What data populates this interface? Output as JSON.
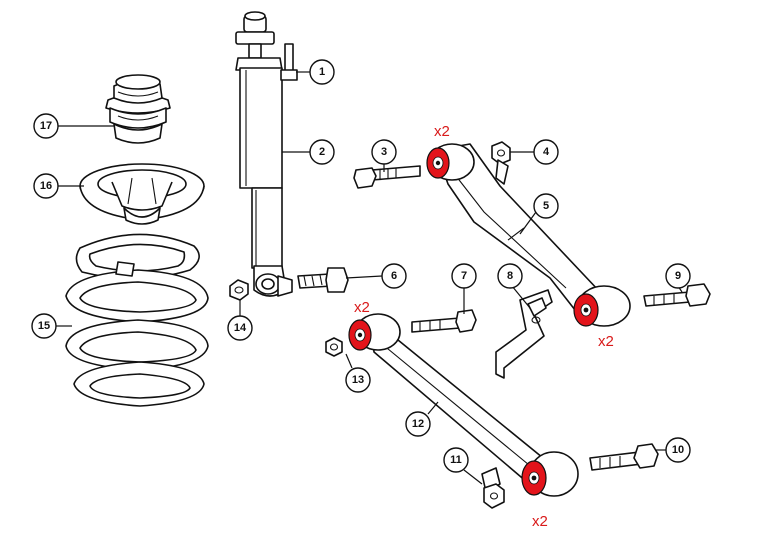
{
  "colors": {
    "line": "#111111",
    "background": "#ffffff",
    "bushing_highlight": "#e3141b",
    "quantity_text": "#d91a1a"
  },
  "callouts": [
    "1",
    "2",
    "3",
    "4",
    "5",
    "6",
    "7",
    "8",
    "9",
    "10",
    "11",
    "12",
    "13",
    "14",
    "15",
    "16",
    "17"
  ],
  "quantity_labels": [
    "x2",
    "x2",
    "x2",
    "x2"
  ]
}
